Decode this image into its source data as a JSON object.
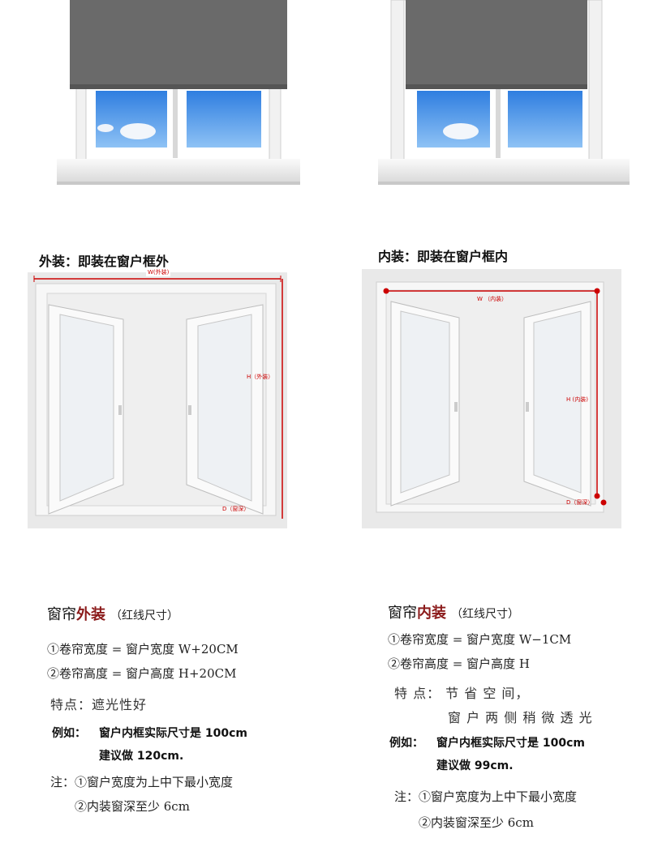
{
  "top_label_left": "外装：即装在窗户框外",
  "top_label_right": "内装：即装在窗户框内",
  "diagram_left": {
    "w_label": "W(外装)",
    "h_label": "H（外装）",
    "d_label": "D（窗深）"
  },
  "diagram_right": {
    "w_label": "W （内装）",
    "h_label": "H (内装)",
    "d_label": "D（窗深）"
  },
  "left_section": {
    "heading_prefix": "窗帘",
    "heading_accent": "外装",
    "heading_note": "（红线尺寸）",
    "line1": "①卷帘宽度 = 窗户宽度 W+20CM",
    "line2": "②卷帘高度 = 窗户高度 H+20CM",
    "feature": "特点：遮光性好",
    "example_label": "例如：",
    "example_line1": "窗户内框实际尺寸是 100cm",
    "example_line2": "建议做 120cm.",
    "note1": "注：①窗户宽度为上中下最小宽度",
    "note2": "②内装窗深至少 6cm"
  },
  "right_section": {
    "heading_prefix": "窗帘",
    "heading_accent": "内装",
    "heading_note": "（红线尺寸）",
    "line1": "①卷帘宽度 = 窗户宽度 W−1CM",
    "line2": "②卷帘高度 = 窗户高度 H",
    "feature1": "特 点：  节 省 空 间，",
    "feature2": "窗 户 两 侧 稍 微 透 光",
    "example_label": "例如：",
    "example_line1": "窗户内框实际尺寸是 100cm",
    "example_line2": "建议做 99cm.",
    "note1": "注：①窗户宽度为上中下最小宽度",
    "note2": "②内装窗深至少 6cm"
  },
  "colors": {
    "accent_red": "#8b1a1a",
    "dimension_red": "#cc0000",
    "blind_gray": "#6b6b6b",
    "sky_blue": "#4a8fe0"
  }
}
